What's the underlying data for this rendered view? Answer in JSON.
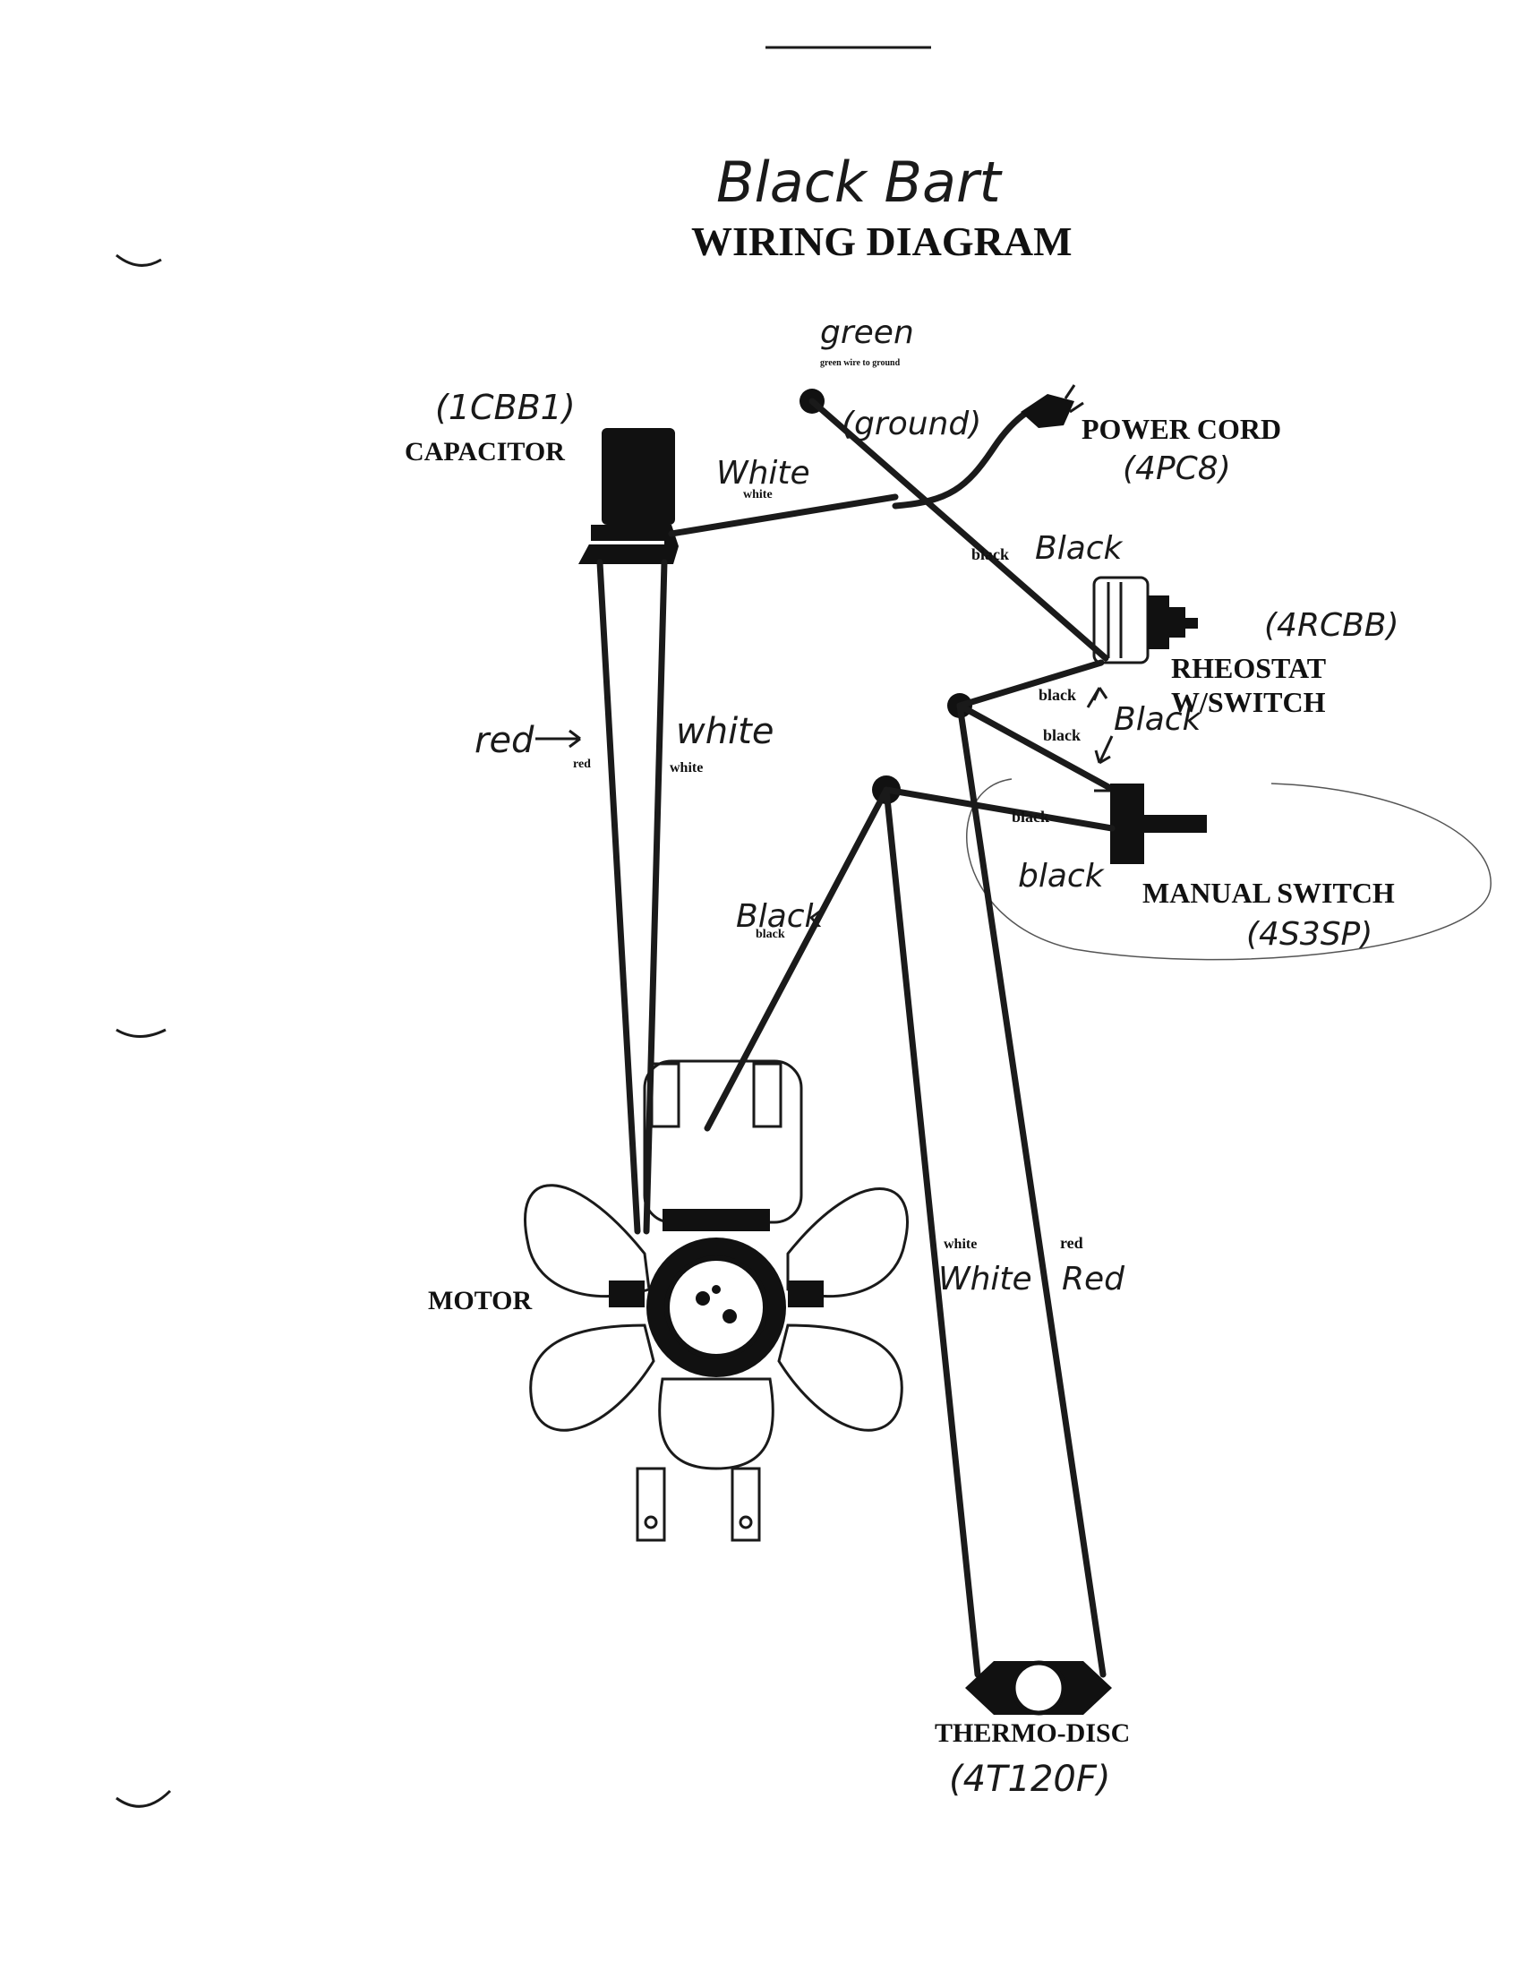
{
  "title": {
    "handwritten": "Black Bart",
    "printed": "WIRING DIAGRAM"
  },
  "components": {
    "capacitor": {
      "label": "CAPACITOR",
      "part_number": "(1CBB1)"
    },
    "power_cord": {
      "label": "POWER CORD",
      "part_number": "(4PC8)"
    },
    "ground": {
      "hand_label": "green",
      "printed_note": "green wire to ground",
      "paren_label": "(ground)"
    },
    "rheostat": {
      "label_line1": "RHEOSTAT",
      "label_line2": "W/SWITCH",
      "part_number": "(4RCBB)"
    },
    "manual_switch": {
      "label": "MANUAL SWITCH",
      "part_number": "(4S3SP)"
    },
    "motor": {
      "label": "MOTOR"
    },
    "thermo_disc": {
      "label": "THERMO-DISC",
      "part_number": "(4T120F)"
    }
  },
  "wire_labels": {
    "cap_white_hand": "White",
    "cap_white_print": "white",
    "ground_black_print": "black",
    "ground_black_hand": "Black",
    "rheo_black_print": "black",
    "rheo_black2_print": "black",
    "rheo_black2_hand": "Black",
    "switch_black_print": "black",
    "switch_black_hand": "black",
    "motor_red_hand": "red",
    "motor_red_print": "red",
    "motor_white_hand": "white",
    "motor_white_print": "white",
    "motor_black_hand": "Black",
    "motor_black_print": "black",
    "thermo_white_print": "white",
    "thermo_white_hand": "White",
    "thermo_red_print": "red",
    "thermo_red_hand": "Red"
  },
  "colors": {
    "ink": "#1a1a1a",
    "paper": "#ffffff"
  }
}
